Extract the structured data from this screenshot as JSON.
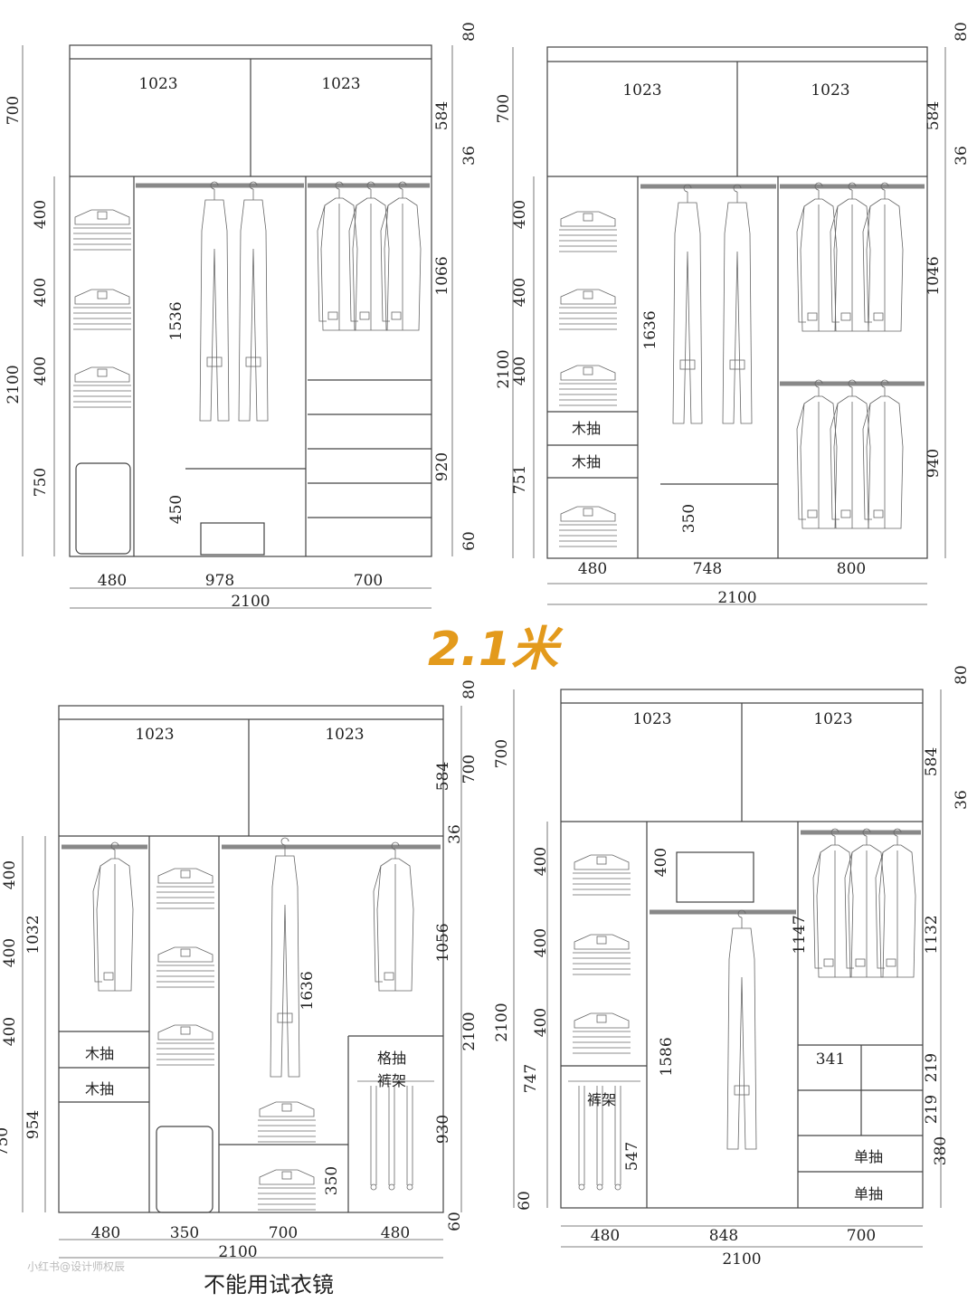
{
  "center_title": "2.1米",
  "caption": "不能用试衣镜",
  "watermark": "小红书@设计师权辰",
  "panels": [
    {
      "top_dims": [
        "1023",
        "1023"
      ],
      "right_dims": [
        "80",
        "584",
        "36",
        "1066",
        "920",
        "60"
      ],
      "left_dims": [
        "700",
        "2100",
        "400",
        "400",
        "400",
        "750"
      ],
      "inner_dims": [
        "1536",
        "450"
      ],
      "bottom_dims": [
        "480",
        "978",
        "700"
      ],
      "total": "2100",
      "labels": []
    },
    {
      "top_dims": [
        "1023",
        "1023"
      ],
      "right_dims": [
        "80",
        "584",
        "36",
        "1046",
        "940"
      ],
      "left_dims": [
        "700",
        "2100",
        "400",
        "400",
        "400",
        "751"
      ],
      "inner_dims": [
        "1636",
        "350"
      ],
      "bottom_dims": [
        "480",
        "748",
        "800"
      ],
      "total": "2100",
      "labels": [
        "木抽",
        "木抽"
      ]
    },
    {
      "top_dims": [
        "1023",
        "1023"
      ],
      "right_dims": [
        "80",
        "584",
        "700",
        "36",
        "1056",
        "2100",
        "930",
        "60"
      ],
      "left_dims": [
        "400",
        "1032",
        "400",
        "400",
        "954",
        "750"
      ],
      "inner_dims": [
        "1636",
        "350"
      ],
      "bottom_dims": [
        "480",
        "350",
        "700",
        "480"
      ],
      "total": "2100",
      "labels": [
        "木抽",
        "木抽",
        "格抽",
        "裤架"
      ]
    },
    {
      "top_dims": [
        "1023",
        "1023"
      ],
      "right_dims": [
        "80",
        "584",
        "36",
        "1132",
        "219",
        "219",
        "380"
      ],
      "left_dims": [
        "700",
        "2100",
        "400",
        "400",
        "400",
        "747",
        "60"
      ],
      "inner_dims": [
        "400",
        "1586",
        "547",
        "1147",
        "341"
      ],
      "bottom_dims": [
        "480",
        "848",
        "700"
      ],
      "total": "2100",
      "labels": [
        "裤架",
        "单抽",
        "单抽"
      ]
    }
  ]
}
